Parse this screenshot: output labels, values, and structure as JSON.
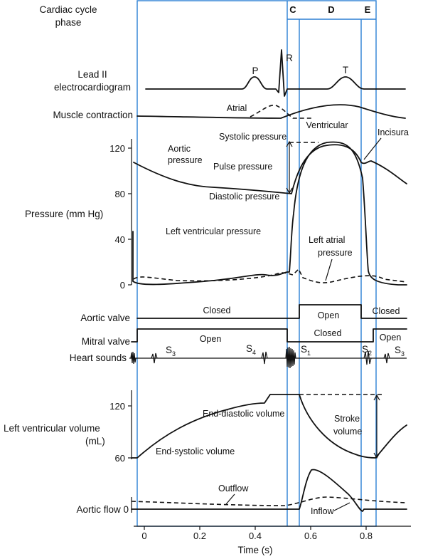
{
  "phases": {
    "title_line1": "Cardiac cycle",
    "title_line2": "phase",
    "c": "C",
    "d": "D",
    "e": "E"
  },
  "ecg": {
    "label_line1": "Lead II",
    "label_line2": "electrocardiogram",
    "p": "P",
    "r": "R",
    "t": "T"
  },
  "muscle": {
    "label": "Muscle contraction",
    "atrial": "Atrial",
    "ventricular": "Ventricular"
  },
  "pressure": {
    "axis_label": "Pressure (mm Hg)",
    "ticks": [
      "120",
      "80",
      "40",
      "0"
    ],
    "aortic_line1": "Aortic",
    "aortic_line2": "pressure",
    "systolic": "Systolic pressure",
    "pulse": "Pulse pressure",
    "diastolic": "Diastolic pressure",
    "incisura": "Incisura",
    "lv": "Left ventricular pressure",
    "la_line1": "Left atrial",
    "la_line2": "pressure"
  },
  "valves": {
    "aortic_label": "Aortic valve",
    "aortic_closed_1": "Closed",
    "aortic_open": "Open",
    "aortic_closed_2": "Closed",
    "mitral_label": "Mitral valve",
    "mitral_open_1": "Open",
    "mitral_closed": "Closed",
    "mitral_open_2": "Open"
  },
  "sounds": {
    "label": "Heart sounds",
    "s3a": "S",
    "s3a_sub": "3",
    "s4": "S",
    "s4_sub": "4",
    "s1": "S",
    "s1_sub": "1",
    "s2": "S",
    "s2_sub": "2",
    "s3b": "S",
    "s3b_sub": "3"
  },
  "volume": {
    "label_line1": "Left ventricular volume",
    "label_line2": "(mL)",
    "ticks": [
      "120",
      "60"
    ],
    "edv": "End-diastolic volume",
    "esv": "End-systolic volume",
    "stroke_line1": "Stroke",
    "stroke_line2": "volume"
  },
  "flow": {
    "label": "Aortic flow 0",
    "outflow": "Outflow",
    "inflow": "Inflow"
  },
  "time_axis": {
    "ticks": [
      "0",
      "0.2",
      "0.4",
      "0.6",
      "0.8"
    ],
    "label": "Time (s)"
  },
  "colors": {
    "phase_lines": "#2a7fd4",
    "ink": "#111111"
  }
}
